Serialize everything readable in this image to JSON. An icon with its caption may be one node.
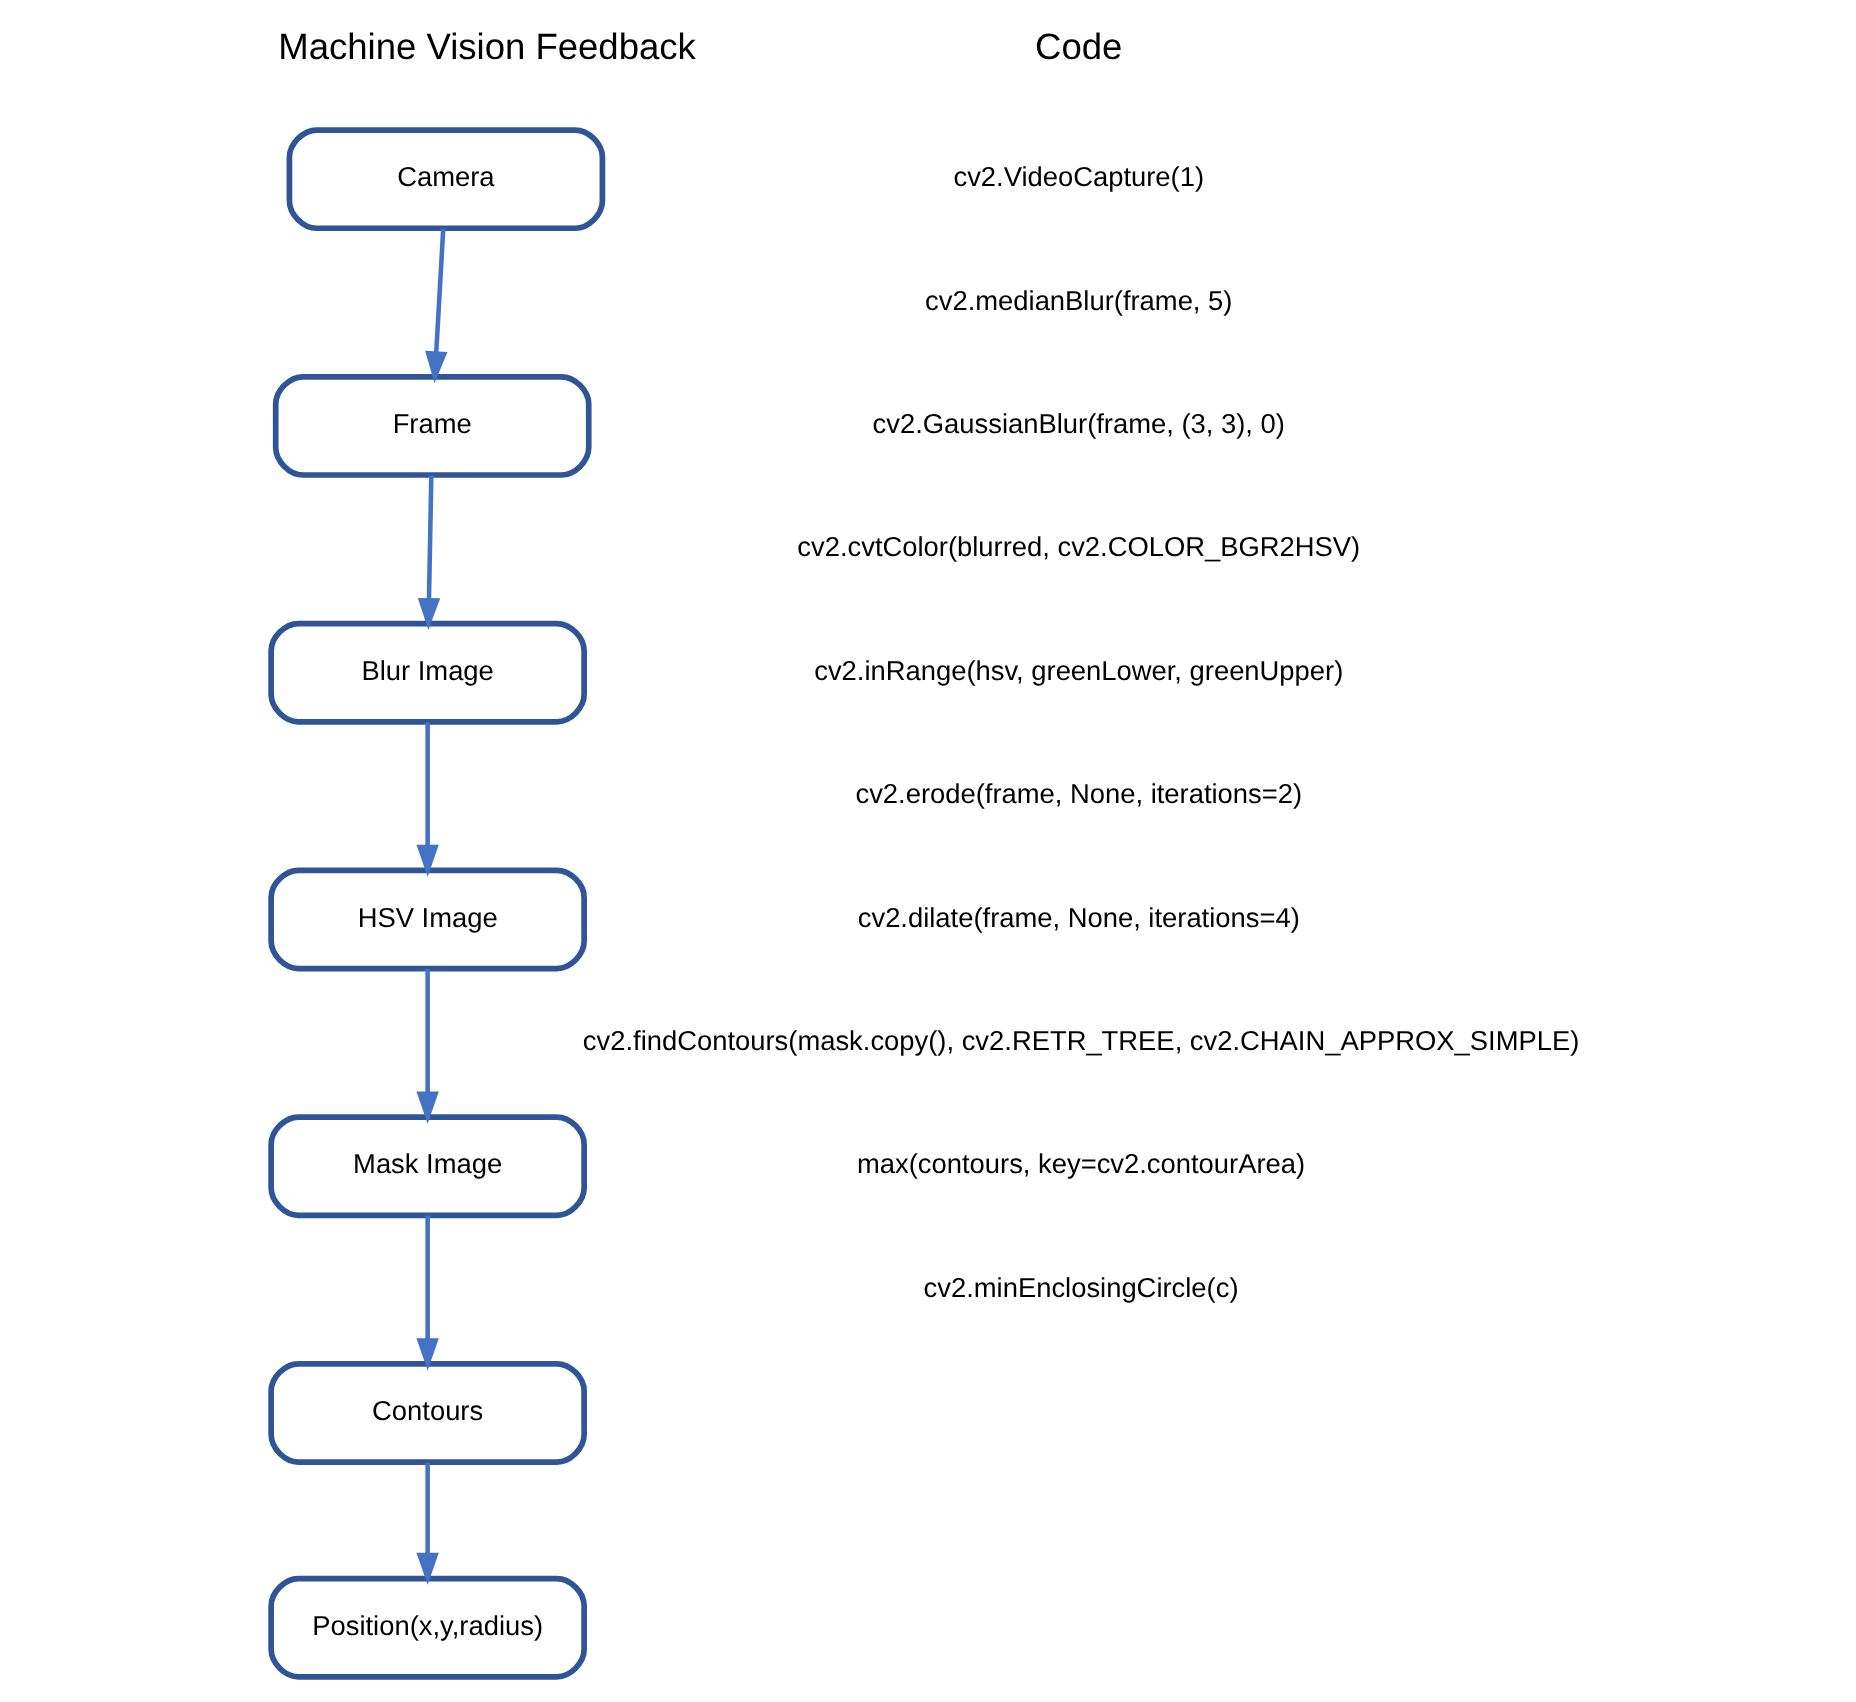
{
  "diagram": {
    "nodes": [
      {
        "text": [
          "Camera"
        ]
      },
      {
        "text": [
          "Frame"
        ]
      },
      {
        "text": [
          "Blur Image"
        ]
      },
      {
        "text": [
          "HSV Image"
        ]
      },
      {
        "text": [
          "Mask Image"
        ]
      },
      {
        "text": [
          "Contours"
        ]
      },
      {
        "text": [
          "Position(x,y,radius)"
        ]
      }
    ],
    "edges": [
      {
        "from": 0,
        "to": 1,
        "arrow": "to"
      },
      {
        "from": 1,
        "to": 2,
        "arrow": "to"
      },
      {
        "from": 2,
        "to": 3,
        "arrow": "to"
      },
      {
        "from": 3,
        "to": 4,
        "arrow": "to"
      },
      {
        "from": 4,
        "to": 5,
        "arrow": "to"
      },
      {
        "from": 5,
        "to": 6,
        "arrow": "to"
      }
    ],
    "labels": [
      "Machine Vision Feedback",
      "Code",
      "cv2.VideoCapture(1)",
      "cv2.medianBlur(frame, 5)",
      "cv2.GaussianBlur(frame, (3, 3), 0)",
      "cv2.cvtColor(blurred, cv2.COLOR_BGR2HSV)",
      "cv2.inRange(hsv, greenLower, greenUpper)",
      "cv2.erode(frame, None, iterations=2)",
      "cv2.dilate(frame, None, iterations=4)",
      "cv2.findContours(mask.copy(), cv2.RETR_TREE, cv2.CHAIN_APPROX_SIMPLE)",
      "max(contours, key=cv2.contourArea)",
      "cv2.minEnclosingCircle(c)"
    ]
  }
}
